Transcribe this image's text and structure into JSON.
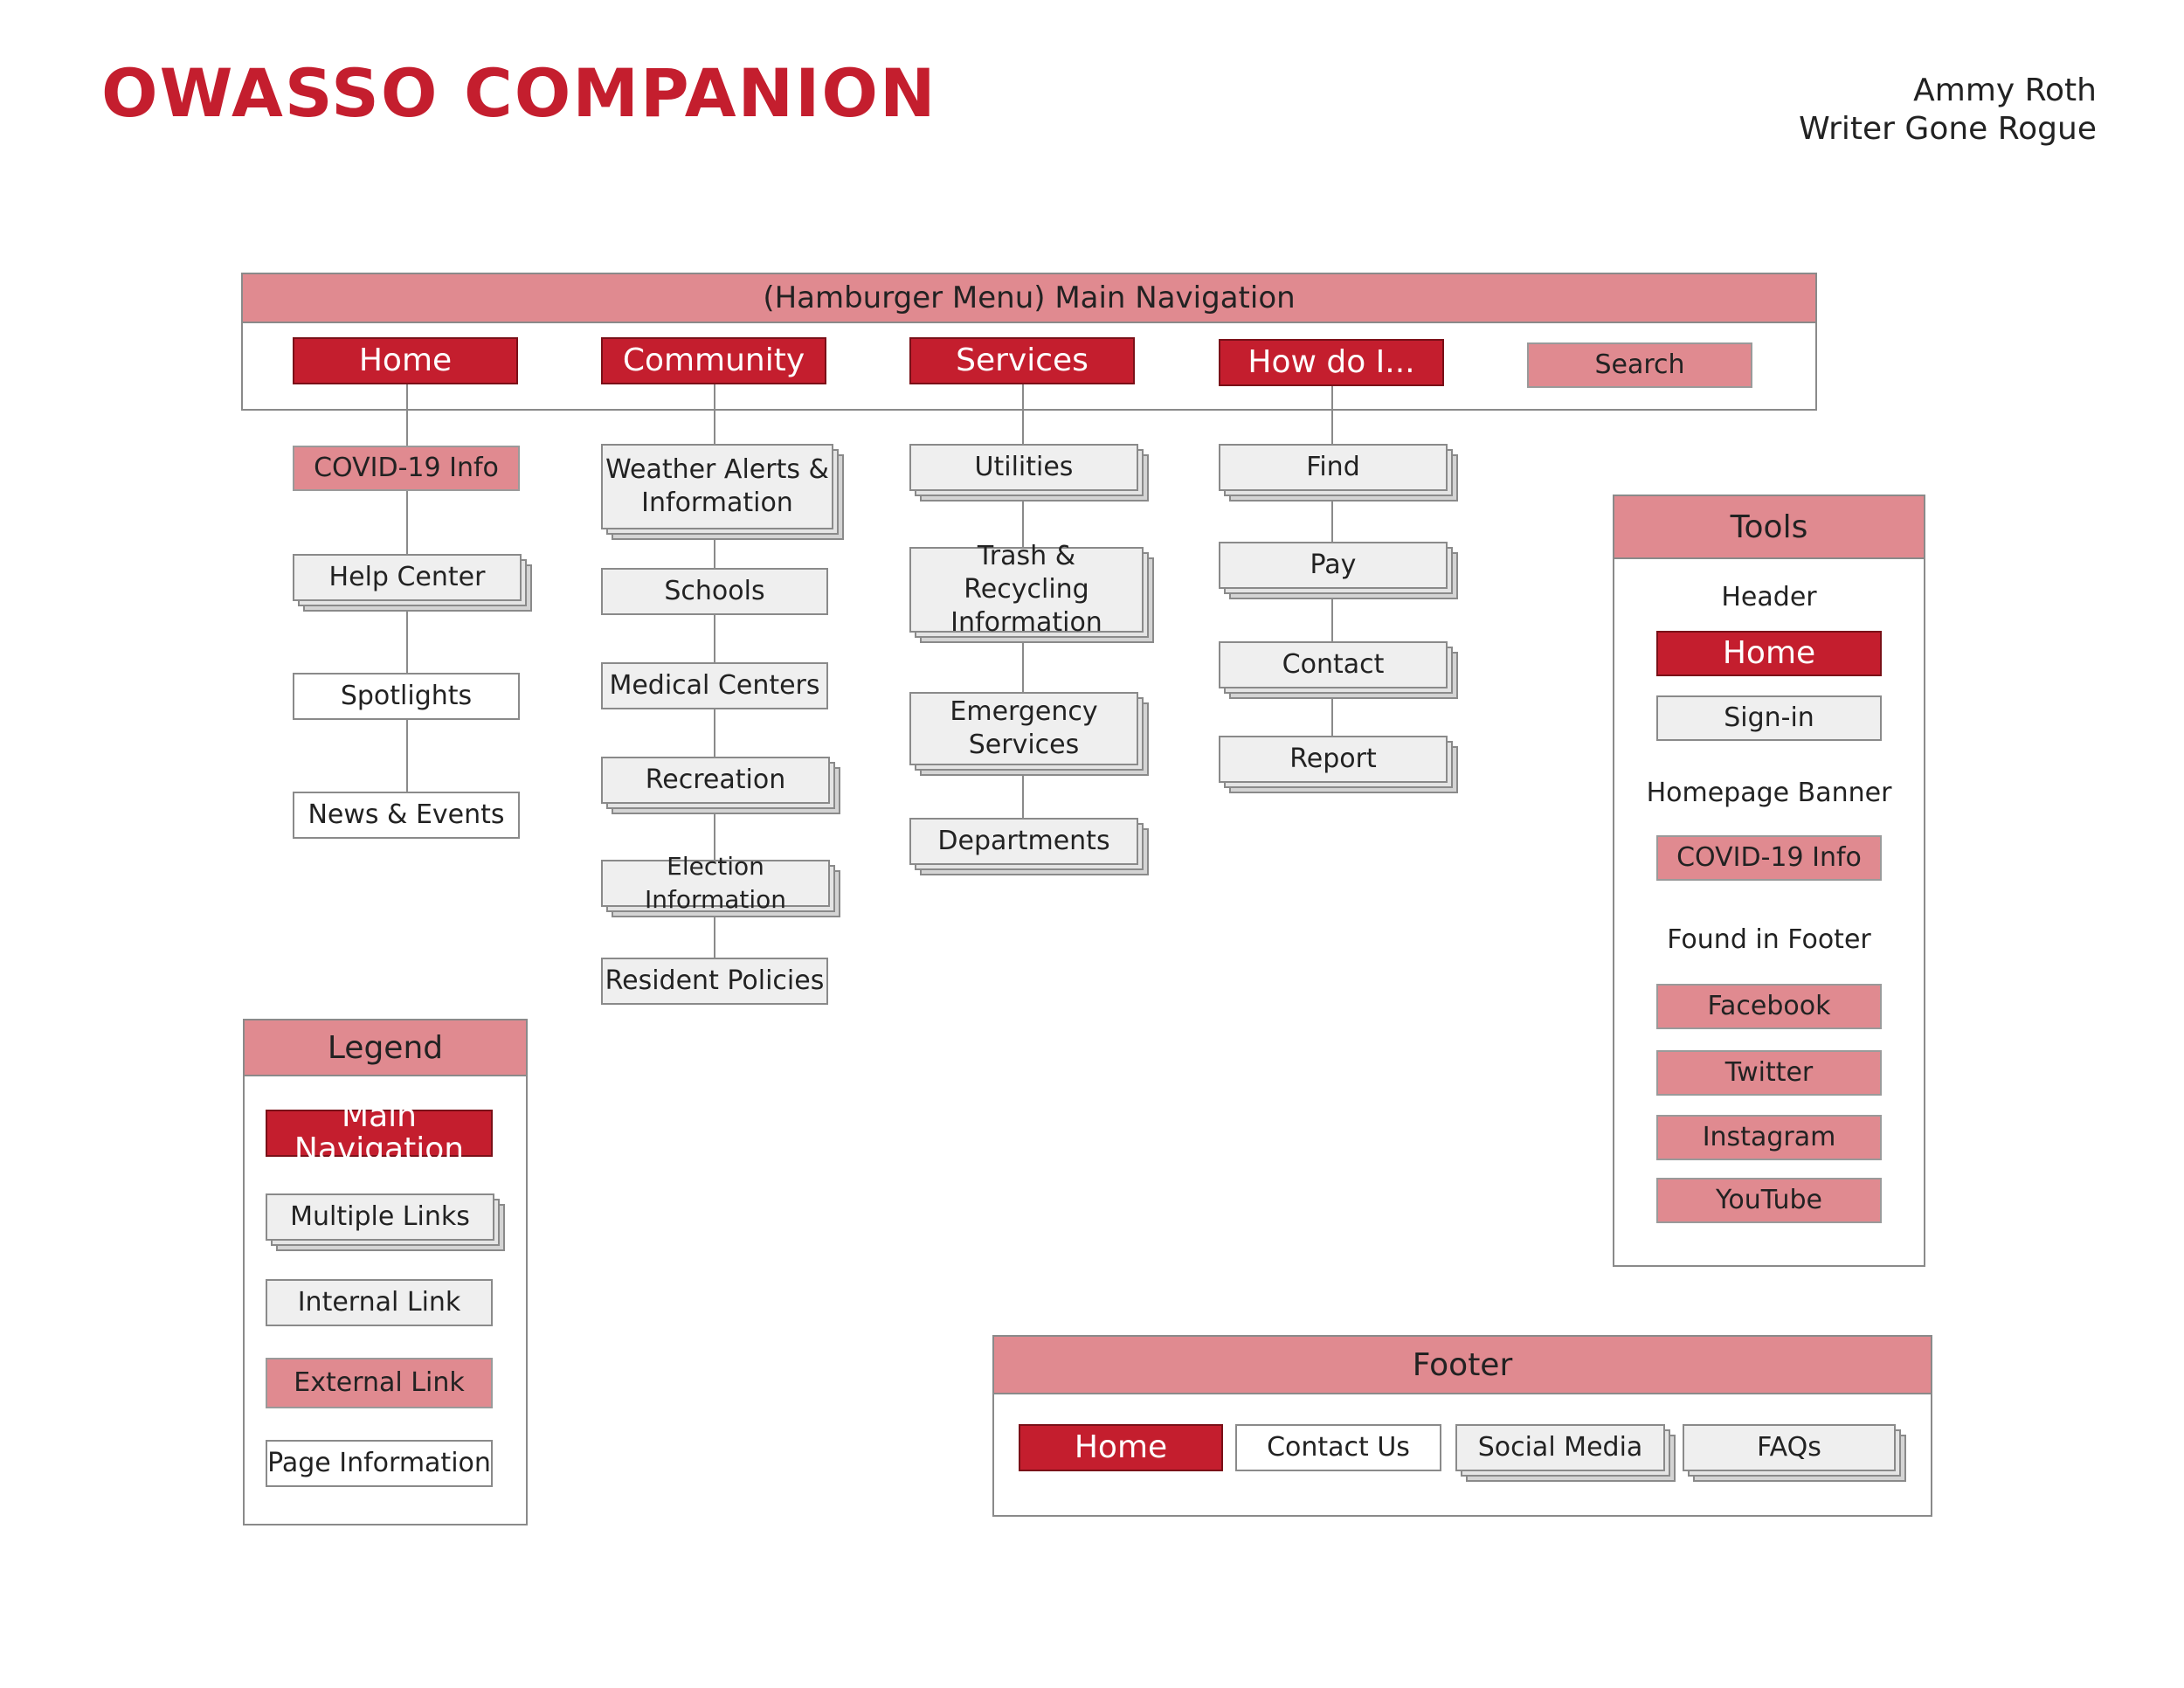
{
  "header": {
    "title": "OWASSO COMPANION",
    "author": "Ammy Roth",
    "company": "Writer Gone Rogue"
  },
  "nav": {
    "heading": "(Hamburger Menu) Main Navigation",
    "home": "Home",
    "community": "Community",
    "services": "Services",
    "howdoi": "How do I...",
    "search": "Search"
  },
  "home_links": {
    "covid": "COVID-19 Info",
    "help": "Help Center",
    "spotlights": "Spotlights",
    "news": "News & Events"
  },
  "community_links": {
    "weather_1": "Weather Alerts &",
    "weather_2": "Information",
    "schools": "Schools",
    "medical": "Medical Centers",
    "recreation": "Recreation",
    "election": "Election Information",
    "policies": "Resident Policies"
  },
  "services_links": {
    "utilities": "Utilities",
    "trash_1": "Trash & Recycling",
    "trash_2": "Information",
    "emergency_1": "Emergency",
    "emergency_2": "Services",
    "departments": "Departments"
  },
  "howdoi_links": {
    "find": "Find",
    "pay": "Pay",
    "contact": "Contact",
    "report": "Report"
  },
  "tools": {
    "heading": "Tools",
    "header_label": "Header",
    "home": "Home",
    "signin": "Sign-in",
    "banner_label": "Homepage Banner",
    "covid": "COVID-19 Info",
    "footer_label": "Found in Footer",
    "facebook": "Facebook",
    "twitter": "Twitter",
    "instagram": "Instagram",
    "youtube": "YouTube"
  },
  "legend": {
    "heading": "Legend",
    "main": "Main Navigation",
    "multiple": "Multiple Links",
    "internal": "Internal Link",
    "external": "External Link",
    "page": "Page Information"
  },
  "footer": {
    "heading": "Footer",
    "home": "Home",
    "contact": "Contact Us",
    "social": "Social Media",
    "faqs": "FAQs"
  },
  "colors": {
    "main_nav": "#c41e2e",
    "external_link": "#e08a90",
    "internal_link": "#efefef",
    "page_information": "#ffffff"
  }
}
